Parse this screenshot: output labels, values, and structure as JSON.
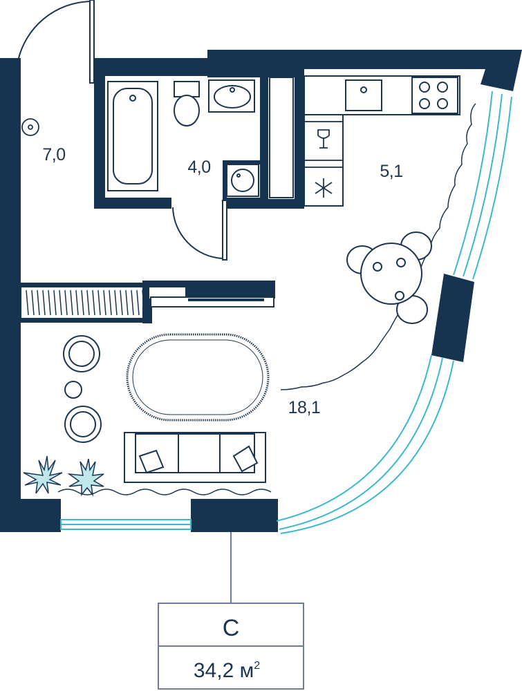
{
  "colors": {
    "wall": "#163450",
    "line": "#1b3550",
    "window": "#3bb7cf",
    "badge_border": "#6f7a9a"
  },
  "rooms": [
    {
      "id": "hall",
      "area": "7,0"
    },
    {
      "id": "bathroom",
      "area": "4,0"
    },
    {
      "id": "kitchen",
      "area": "5,1"
    },
    {
      "id": "living",
      "area": "18,1"
    }
  ],
  "badge": {
    "type": "С",
    "area_value": "34,2 м",
    "area_unit_sup": "2"
  }
}
